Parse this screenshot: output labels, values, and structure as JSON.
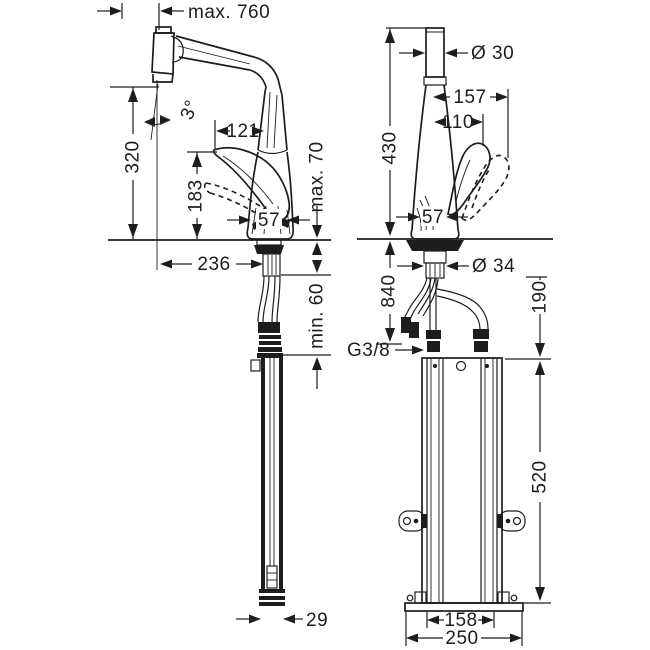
{
  "drawing": {
    "title": "faucet-installation-dimension-drawing",
    "line_color": "#1d1d1b",
    "background": "#ffffff",
    "left_view": {
      "pullout_extension": "max. 760",
      "spout_angle": "3°",
      "spout_height": "320",
      "handle_reach": "121",
      "handle_height": "183",
      "base_width": "57",
      "spout_reach": "236",
      "countertop_thickness": "max. 70",
      "clearance_below": "min. 60",
      "hose_width": "29"
    },
    "right_view": {
      "spout_diameter": "Ø 30",
      "handle_swing_width": "157",
      "handle_width": "110",
      "total_height": "430",
      "base_width": "57",
      "shaft_diameter": "Ø 34",
      "hose_length": "840",
      "connection_thread": "G3/8",
      "box_top_offset": "190",
      "mounting_box_height": "520",
      "rail_spacing": "158",
      "baseplate_width": "250"
    }
  }
}
